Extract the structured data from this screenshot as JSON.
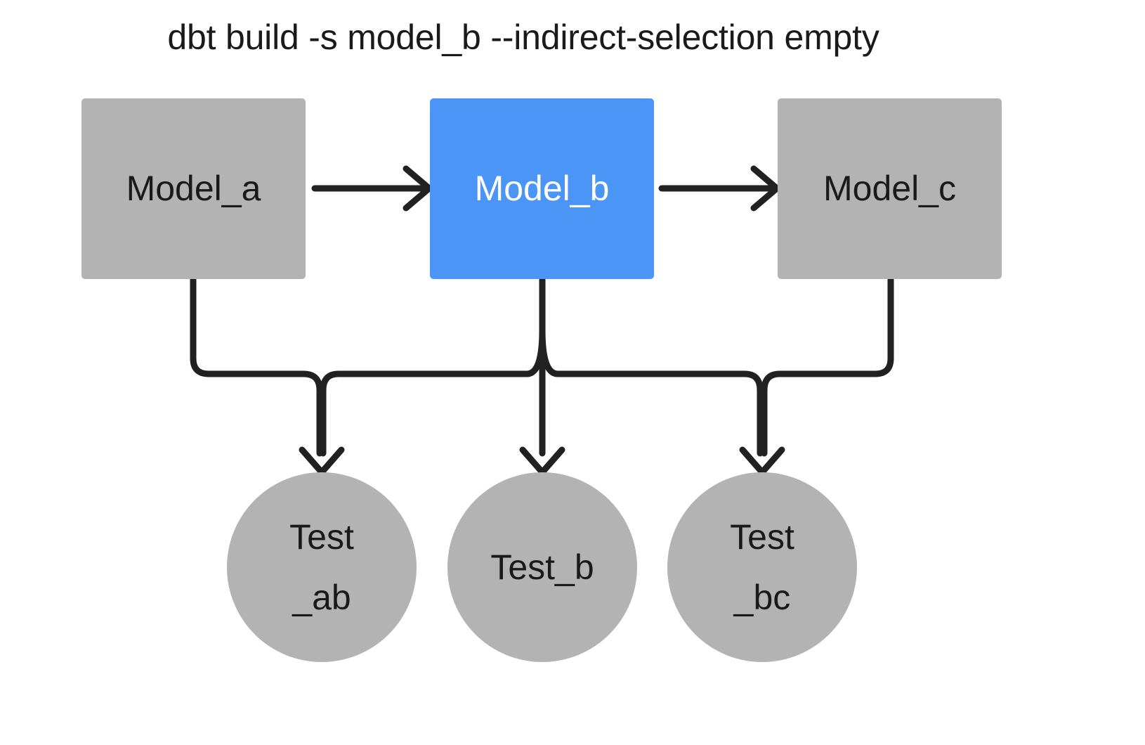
{
  "title": "dbt build -s model_b --indirect-selection empty",
  "colors": {
    "background": "#ffffff",
    "node_gray": "#b3b3b3",
    "node_selected_blue": "#4a95f5",
    "edge": "#212121",
    "text_dark": "#1a1a1a",
    "text_light": "#ffffff"
  },
  "graph": {
    "models": [
      {
        "id": "model_a",
        "label": "Model_a",
        "shape": "rectangle",
        "state": "unselected",
        "fill": "#b3b3b3",
        "text_color": "#1a1a1a"
      },
      {
        "id": "model_b",
        "label": "Model_b",
        "shape": "rectangle",
        "state": "selected",
        "fill": "#4a95f5",
        "text_color": "#ffffff"
      },
      {
        "id": "model_c",
        "label": "Model_c",
        "shape": "rectangle",
        "state": "unselected",
        "fill": "#b3b3b3",
        "text_color": "#1a1a1a"
      }
    ],
    "tests": [
      {
        "id": "test_ab",
        "label": "Test\n_ab",
        "shape": "circle",
        "state": "unselected",
        "fill": "#b3b3b3"
      },
      {
        "id": "test_b",
        "label": "Test_b",
        "shape": "circle",
        "state": "unselected",
        "fill": "#b3b3b3"
      },
      {
        "id": "test_bc",
        "label": "Test\n_bc",
        "shape": "circle",
        "state": "unselected",
        "fill": "#b3b3b3"
      }
    ],
    "edges": [
      {
        "from": "model_a",
        "to": "model_b",
        "style": "arrow-right"
      },
      {
        "from": "model_b",
        "to": "model_c",
        "style": "arrow-right"
      },
      {
        "from": "model_a",
        "to": "test_ab",
        "style": "arrow-down-elbow"
      },
      {
        "from": "model_b",
        "to": "test_ab",
        "style": "arrow-down-elbow"
      },
      {
        "from": "model_b",
        "to": "test_b",
        "style": "arrow-down"
      },
      {
        "from": "model_b",
        "to": "test_bc",
        "style": "arrow-down-elbow"
      },
      {
        "from": "model_c",
        "to": "test_bc",
        "style": "arrow-down-elbow"
      }
    ]
  }
}
